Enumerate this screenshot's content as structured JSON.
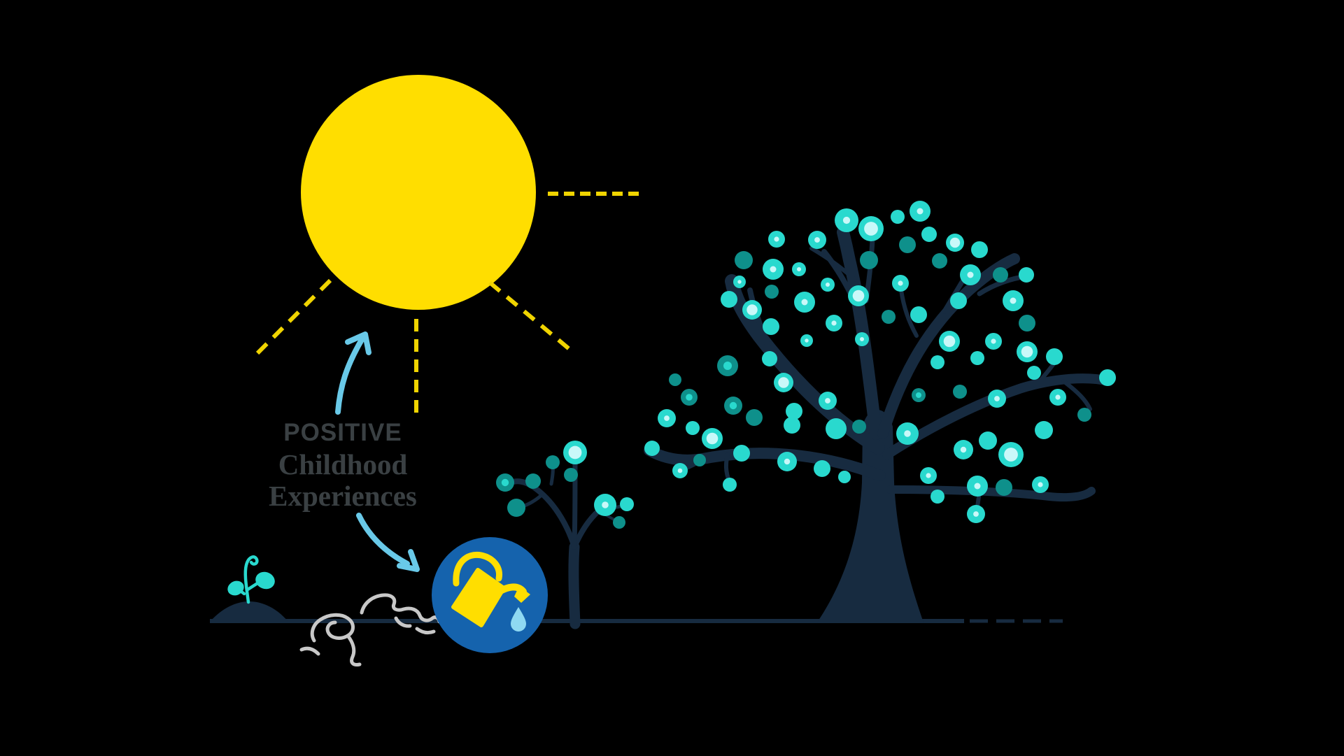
{
  "label": {
    "line1": "POSITIVE",
    "line2": "Childhood",
    "line3": "Experiences"
  },
  "colors": {
    "background": "#000000",
    "sun_yellow": "#FFDE00",
    "ray_yellow": "#F0D400",
    "navy": "#172B40",
    "leaf_bright": "#29D9CE",
    "leaf_dark": "#0E908B",
    "leaf_pale": "#C9F8F9",
    "circle_blue": "#1563AD",
    "can_yellow": "#FFDE00",
    "drop_blue": "#8FD9F2",
    "arrow_blue": "#69C9E8",
    "squiggle_gray": "#C8C8C8",
    "text_dark": "#3A4043"
  },
  "icons": {
    "sun": "sun-icon",
    "watering_can": "watering-can-icon",
    "water_drop": "droplet-icon",
    "sprout": "sprout-icon",
    "small_tree": "sapling-icon",
    "large_tree": "tree-icon",
    "roots": "scribble-roots-icon"
  },
  "trees": {
    "small": {
      "leaves": [
        [
          822,
          647,
          17,
          "b",
          "g"
        ],
        [
          790,
          661,
          10,
          "k",
          ""
        ],
        [
          816,
          679,
          10,
          "k",
          ""
        ],
        [
          722,
          690,
          13,
          "k",
          "t"
        ],
        [
          762,
          688,
          11,
          "k",
          ""
        ],
        [
          738,
          726,
          13,
          "k",
          ""
        ],
        [
          865,
          722,
          16,
          "b",
          "d"
        ],
        [
          896,
          721,
          10,
          "b",
          ""
        ],
        [
          885,
          747,
          9,
          "k",
          ""
        ]
      ]
    },
    "big": {
      "leaves": [
        [
          1210,
          315,
          17,
          "b",
          "d"
        ],
        [
          1245,
          327,
          18,
          "b",
          "g"
        ],
        [
          1110,
          342,
          12,
          "b",
          "d"
        ],
        [
          1168,
          343,
          13,
          "b",
          "d"
        ],
        [
          1063,
          372,
          13,
          "k",
          ""
        ],
        [
          1242,
          372,
          13,
          "k",
          ""
        ],
        [
          1105,
          385,
          15,
          "b",
          "d"
        ],
        [
          1142,
          385,
          10,
          "b",
          "d"
        ],
        [
          1057,
          403,
          9,
          "b",
          "d"
        ],
        [
          1183,
          407,
          10,
          "b",
          "d"
        ],
        [
          1042,
          428,
          12,
          "b",
          ""
        ],
        [
          1103,
          417,
          10,
          "k",
          ""
        ],
        [
          1150,
          432,
          15,
          "b",
          "d"
        ],
        [
          1227,
          423,
          15,
          "b",
          "g"
        ],
        [
          1075,
          443,
          14,
          "b",
          "g"
        ],
        [
          1192,
          462,
          12,
          "b",
          "d"
        ],
        [
          1102,
          467,
          12,
          "b",
          ""
        ],
        [
          1153,
          487,
          9,
          "b",
          "d"
        ],
        [
          1232,
          485,
          10,
          "b",
          "d"
        ],
        [
          1040,
          523,
          15,
          "k",
          "t"
        ],
        [
          965,
          543,
          9,
          "k",
          ""
        ],
        [
          985,
          568,
          12,
          "k",
          "t"
        ],
        [
          1100,
          513,
          11,
          "b",
          ""
        ],
        [
          1120,
          547,
          14,
          "b",
          "g"
        ],
        [
          1048,
          580,
          13,
          "k",
          "t"
        ],
        [
          1135,
          588,
          12,
          "b",
          ""
        ],
        [
          1078,
          597,
          12,
          "k",
          ""
        ],
        [
          953,
          598,
          13,
          "b",
          "d"
        ],
        [
          1183,
          573,
          13,
          "b",
          "d"
        ],
        [
          1315,
          302,
          15,
          "b",
          "d"
        ],
        [
          1283,
          310,
          10,
          "b",
          ""
        ],
        [
          1328,
          335,
          11,
          "b",
          ""
        ],
        [
          1297,
          350,
          12,
          "k",
          ""
        ],
        [
          1365,
          347,
          13,
          "b",
          "g"
        ],
        [
          1400,
          357,
          12,
          "b",
          ""
        ],
        [
          1343,
          373,
          11,
          "k",
          ""
        ],
        [
          1387,
          393,
          15,
          "b",
          "d"
        ],
        [
          1430,
          393,
          11,
          "k",
          ""
        ],
        [
          1467,
          393,
          11,
          "b",
          ""
        ],
        [
          1287,
          405,
          12,
          "b",
          "d"
        ],
        [
          1370,
          430,
          12,
          "b",
          ""
        ],
        [
          1448,
          430,
          15,
          "b",
          "d"
        ],
        [
          1313,
          450,
          12,
          "b",
          ""
        ],
        [
          1468,
          462,
          12,
          "k",
          ""
        ],
        [
          1270,
          453,
          10,
          "k",
          ""
        ],
        [
          1357,
          488,
          15,
          "b",
          "g"
        ],
        [
          1420,
          488,
          12,
          "b",
          "d"
        ],
        [
          1468,
          503,
          15,
          "b",
          "g"
        ],
        [
          1397,
          512,
          10,
          "b",
          ""
        ],
        [
          1340,
          518,
          10,
          "b",
          ""
        ],
        [
          1507,
          510,
          12,
          "b",
          ""
        ],
        [
          1478,
          533,
          10,
          "b",
          ""
        ],
        [
          1313,
          565,
          10,
          "k",
          "t"
        ],
        [
          1372,
          560,
          10,
          "k",
          ""
        ],
        [
          1425,
          570,
          13,
          "b",
          "d"
        ],
        [
          1512,
          568,
          12,
          "b",
          "d"
        ],
        [
          1583,
          540,
          12,
          "b",
          ""
        ],
        [
          1550,
          593,
          10,
          "k",
          ""
        ],
        [
          1195,
          613,
          15,
          "b",
          ""
        ],
        [
          1228,
          610,
          10,
          "k",
          ""
        ],
        [
          1297,
          620,
          16,
          "b",
          "d"
        ],
        [
          1377,
          643,
          14,
          "b",
          "d"
        ],
        [
          1412,
          630,
          13,
          "b",
          ""
        ],
        [
          1445,
          650,
          18,
          "b",
          "g"
        ],
        [
          1492,
          615,
          13,
          "b",
          ""
        ],
        [
          1175,
          670,
          12,
          "b",
          ""
        ],
        [
          1207,
          682,
          9,
          "b",
          ""
        ],
        [
          1327,
          680,
          12,
          "b",
          "d"
        ],
        [
          1397,
          695,
          15,
          "b",
          "d"
        ],
        [
          1435,
          697,
          12,
          "k",
          ""
        ],
        [
          1487,
          693,
          12,
          "b",
          "d"
        ],
        [
          1340,
          710,
          10,
          "b",
          ""
        ],
        [
          1395,
          735,
          13,
          "b",
          "d"
        ],
        [
          932,
          641,
          11,
          "b",
          ""
        ],
        [
          990,
          612,
          10,
          "b",
          ""
        ],
        [
          1018,
          627,
          15,
          "b",
          "g"
        ],
        [
          1000,
          658,
          9,
          "k",
          ""
        ],
        [
          972,
          673,
          11,
          "b",
          "d"
        ],
        [
          1060,
          648,
          12,
          "b",
          ""
        ],
        [
          1043,
          693,
          10,
          "b",
          ""
        ],
        [
          1125,
          660,
          14,
          "b",
          "d"
        ],
        [
          1132,
          608,
          12,
          "b",
          ""
        ]
      ]
    }
  }
}
